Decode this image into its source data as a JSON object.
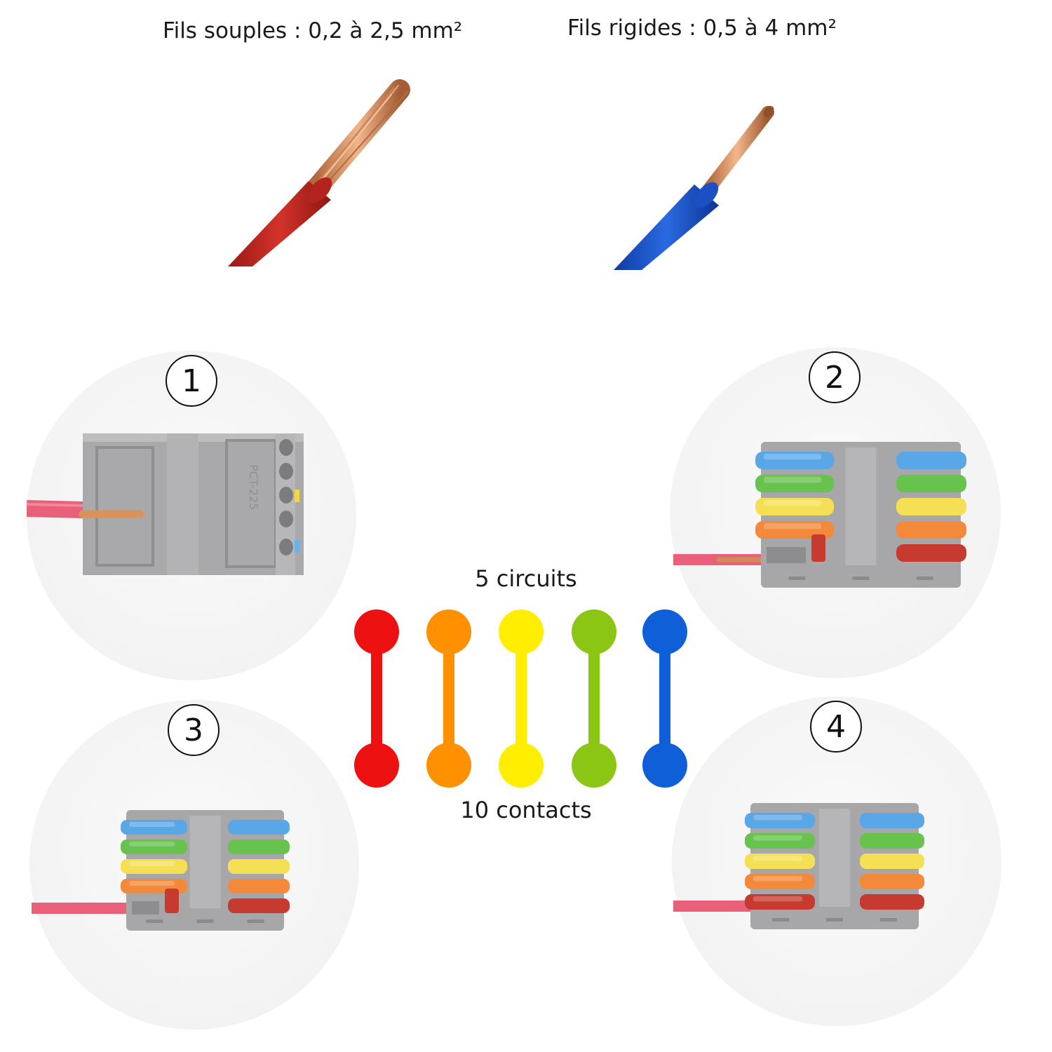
{
  "captions": {
    "flexible": "Fils souples : 0,2 à 2,5 mm²",
    "rigid": "Fils rigides : 0,5 à 4 mm²"
  },
  "steps": [
    {
      "number": "1"
    },
    {
      "number": "2"
    },
    {
      "number": "3"
    },
    {
      "number": "4"
    }
  ],
  "connector_label": "PCT-225",
  "circuits": {
    "label_top": "5 circuits",
    "label_bottom": "10 contacts",
    "colors": [
      "#ee1111",
      "#ff9000",
      "#ffee00",
      "#8cc614",
      "#0f5fd8"
    ]
  },
  "wire_colors": {
    "flexible": "#c42a22",
    "rigid": "#1b4fcf",
    "copper": "#d58b55"
  },
  "lever_colors": [
    "#5aa7e8",
    "#67c24e",
    "#f5df55",
    "#f3893a",
    "#c63a2f"
  ]
}
